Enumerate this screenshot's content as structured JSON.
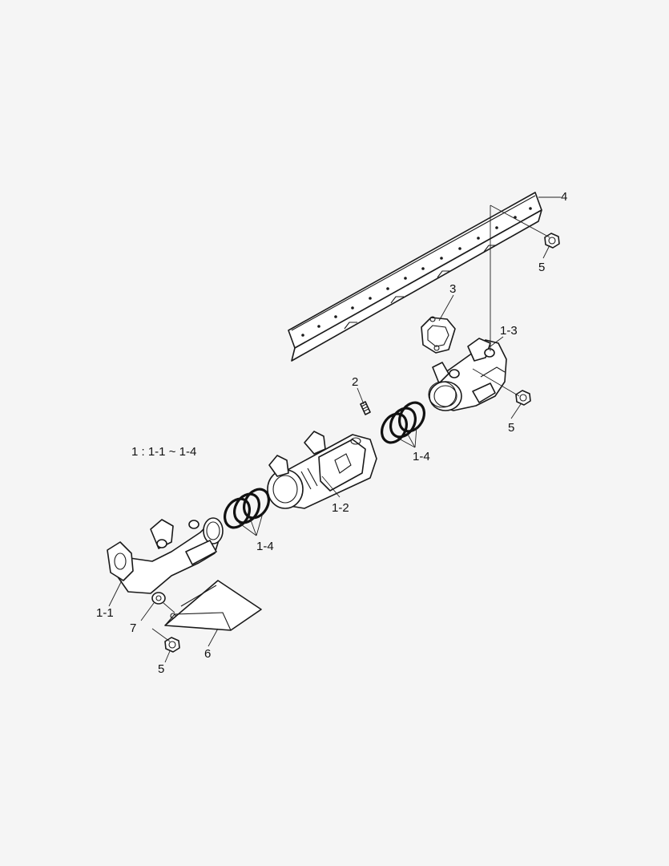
{
  "labels": {
    "p4": "4",
    "p5_top": "5",
    "p3": "3",
    "p1_3": "1-3",
    "p5_mid": "5",
    "p2": "2",
    "p1_4_right": "1-4",
    "p1_2": "1-2",
    "p1_4_left": "1-4",
    "p1_1": "1-1",
    "p7": "7",
    "p5_bottom": "5",
    "p6": "6"
  },
  "assembly_note": "1 : 1-1 ~ 1-4"
}
